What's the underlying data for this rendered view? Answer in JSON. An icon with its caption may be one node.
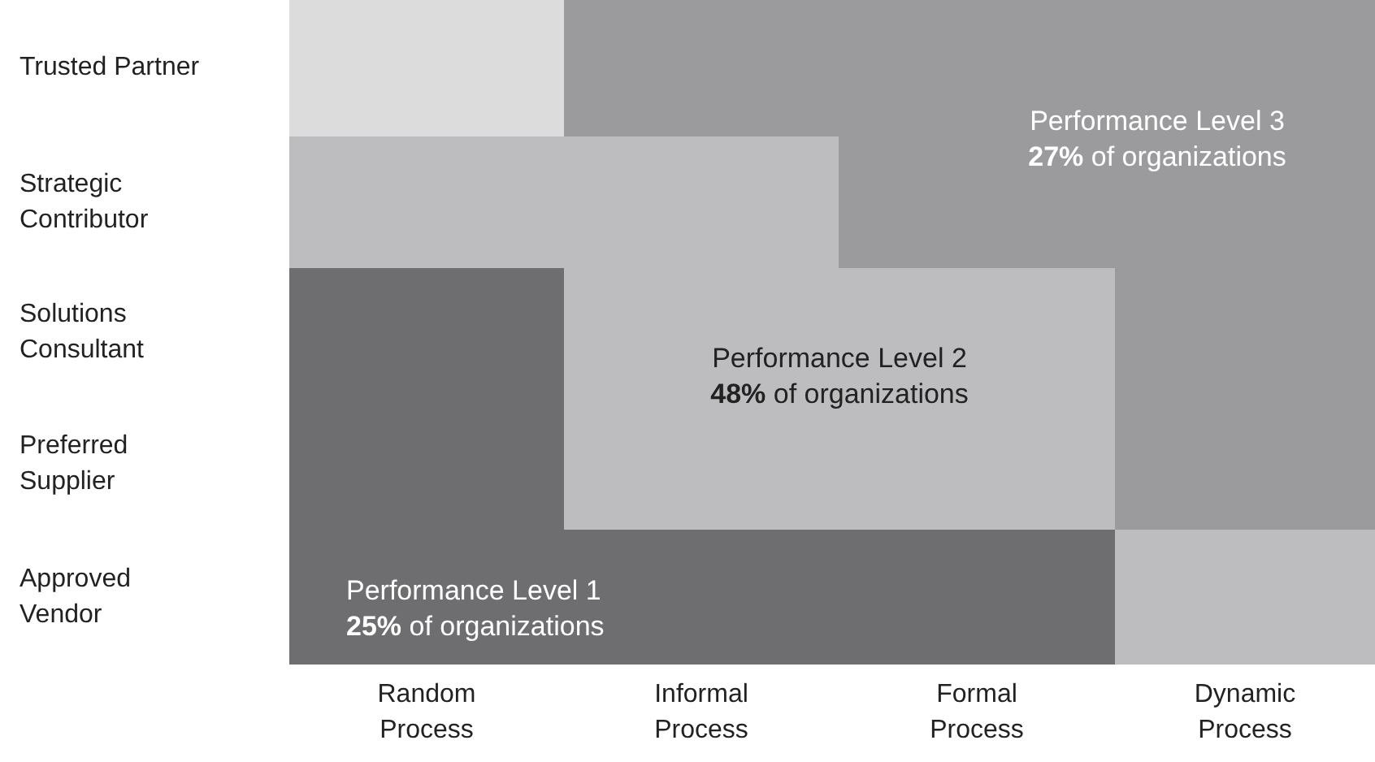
{
  "diagram": {
    "nodes": [
      {
        "text": [
          "Performance Level 3",
          "**27%** of organizations"
        ]
      },
      {
        "text": [
          "Performance Level 2",
          "**48%** of organizations"
        ]
      },
      {
        "text": [
          "Performance Level 1",
          "**25%** of organizations"
        ]
      }
    ],
    "labels": [
      "Trusted Partner",
      "Strategic Contributor",
      "Solutions Consultant",
      "Preferred Supplier",
      "Approved Vendor",
      "Random Process",
      "Informal Process",
      "Formal Process",
      "Dynamic Process"
    ]
  }
}
